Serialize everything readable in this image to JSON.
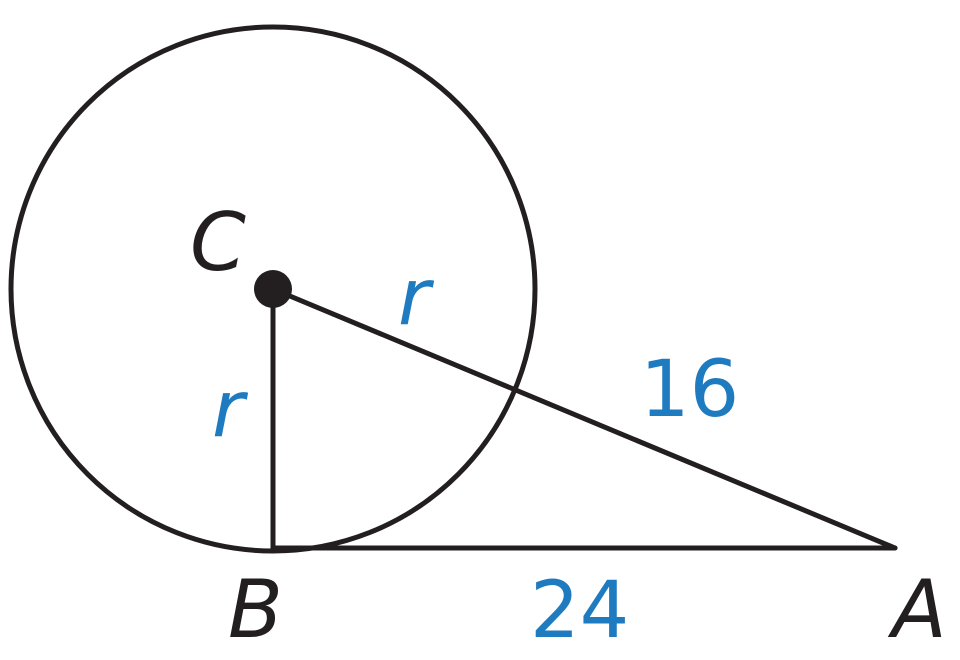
{
  "diagram": {
    "points": {
      "center": "C",
      "tangent_point": "B",
      "external_point": "A"
    },
    "measures": {
      "radius_vertical": "r",
      "radius_on_hypotenuse": "r",
      "segment_outside": "16",
      "tangent_length": "24"
    },
    "colors": {
      "lines": "#231f20",
      "measures": "#1f7bc0"
    }
  }
}
